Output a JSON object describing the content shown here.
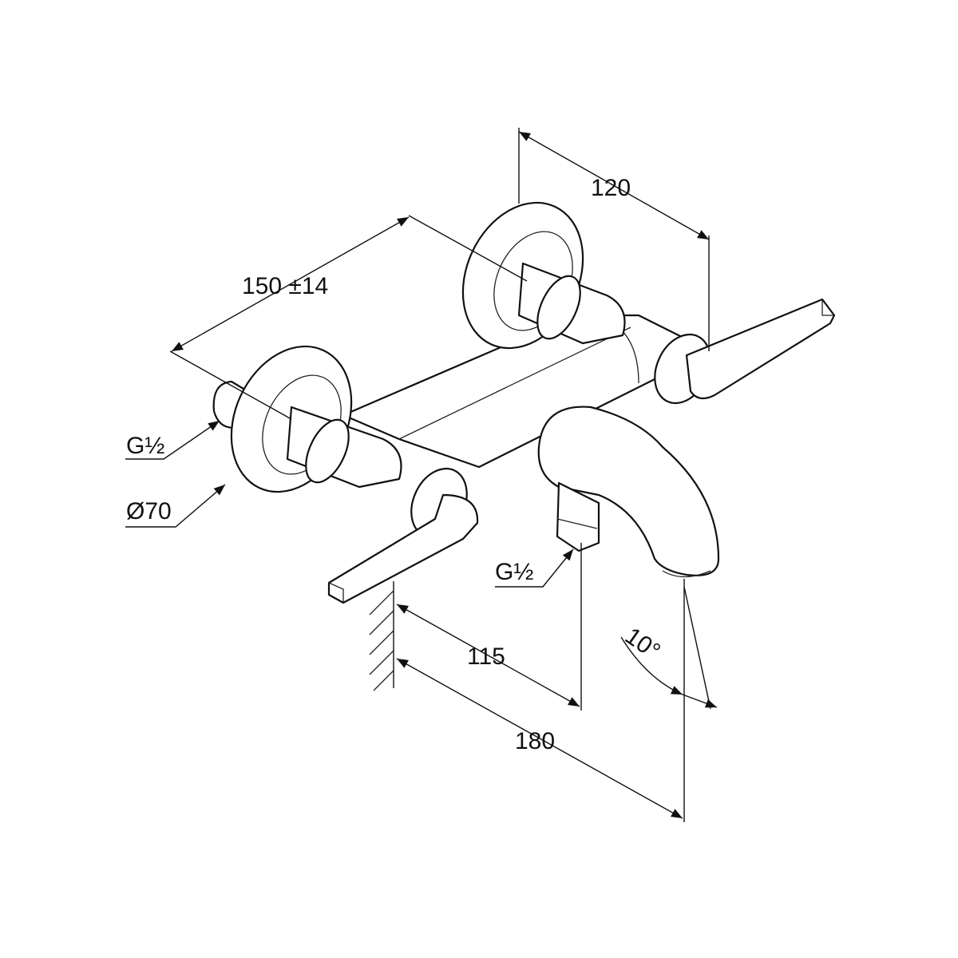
{
  "drawing": {
    "dimensions": {
      "rosette_depth": "120",
      "center_distance": "150 ±14",
      "inlet_thread": "G½",
      "rosette_diameter": "Ø70",
      "outlet_thread": "G½",
      "outlet_projection": "115",
      "spout_projection": "180",
      "spout_angle": "10°"
    },
    "line_color": "#111111",
    "background": "#ffffff"
  }
}
